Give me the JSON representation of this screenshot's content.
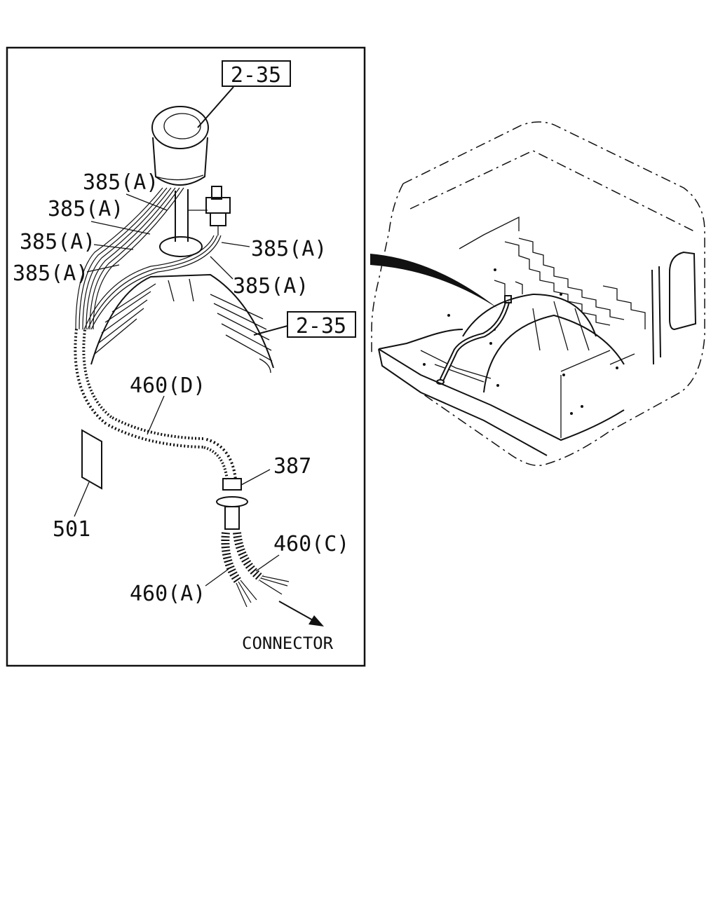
{
  "inset": {
    "ref_top": "2-35",
    "ref_mid": "2-35",
    "labels": {
      "wire_1": "385(A)",
      "wire_2": "385(A)",
      "wire_3": "385(A)",
      "wire_4": "385(A)",
      "wire_5": "385(A)",
      "wire_6": "385(A)",
      "harness_d": "460(D)",
      "grommet": "387",
      "label_plate": "501",
      "harness_c": "460(C)",
      "harness_a": "460(A)",
      "connector": "CONNECTOR"
    }
  }
}
